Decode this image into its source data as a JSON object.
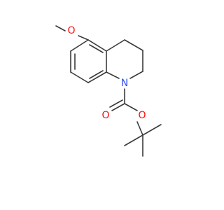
{
  "molecule": {
    "atoms": {
      "methoxy_oxygen": {
        "symbol": "O",
        "color": "#ff0d0d"
      },
      "ring_nitrogen": {
        "symbol": "N",
        "color": "#3050f8"
      },
      "carbonyl_oxygen": {
        "symbol": "O",
        "color": "#ff0d0d"
      },
      "ester_oxygen": {
        "symbol": "O",
        "color": "#ff0d0d"
      }
    },
    "bond_color": "#3a3a3a"
  }
}
